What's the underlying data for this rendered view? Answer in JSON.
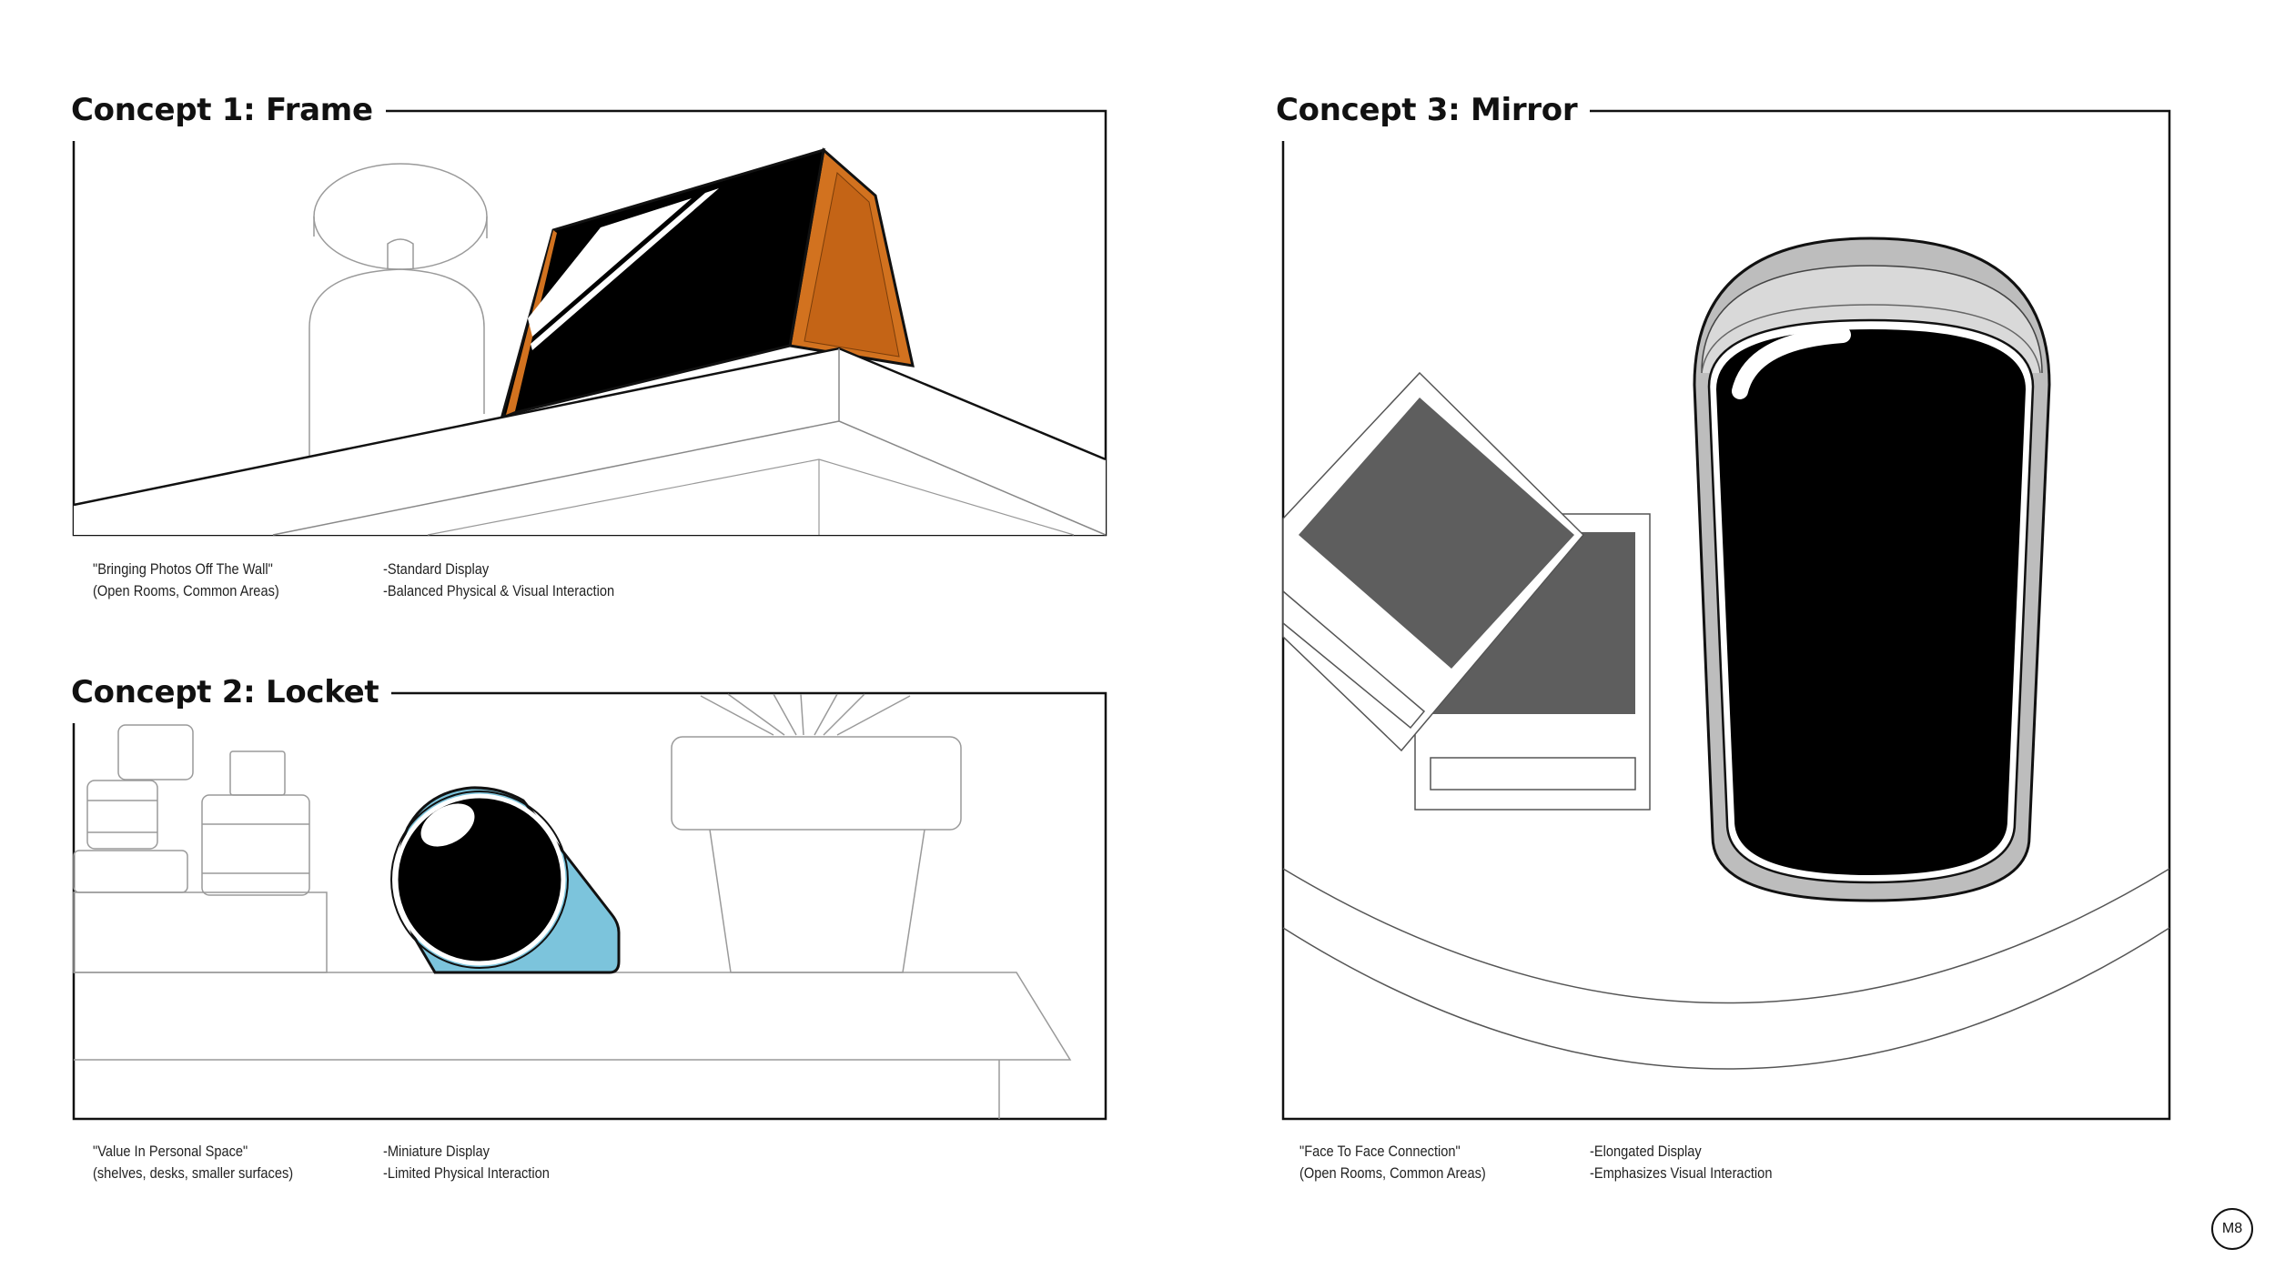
{
  "concepts": [
    {
      "title": "Concept 1: Frame",
      "tagline": "\"Bringing Photos Off The Wall\"",
      "context": "(Open Rooms, Common Areas)",
      "feature1": "-Standard Display",
      "feature2": "-Balanced Physical & Visual Interaction",
      "accent": "#d2721f"
    },
    {
      "title": "Concept 2: Locket",
      "tagline": "\"Value In Personal Space\"",
      "context": "(shelves, desks, smaller surfaces)",
      "feature1": "-Miniature Display",
      "feature2": "-Limited Physical Interaction",
      "accent": "#7cc4dc"
    },
    {
      "title": "Concept 3: Mirror",
      "tagline": "\"Face To Face Connection\"",
      "context": "(Open Rooms, Common Areas)",
      "feature1": "-Elongated Display",
      "feature2": "-Emphasizes Visual Interaction",
      "accent": "#bdbdbd"
    }
  ],
  "page_badge": "M8"
}
